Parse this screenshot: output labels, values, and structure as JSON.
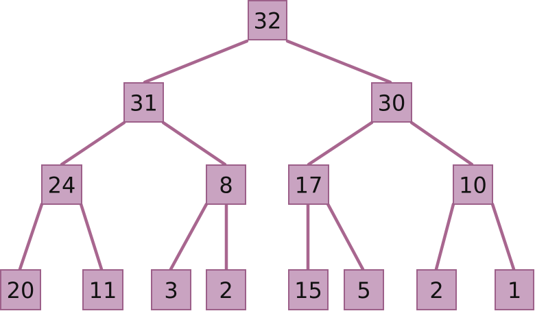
{
  "colors": {
    "edge": "#a8668f",
    "node_fill": "#c9a3c1",
    "node_border": "#9c5f89",
    "label": "#111111",
    "background": "#ffffff"
  },
  "tree": {
    "nodes": [
      {
        "id": "n32",
        "label": "32"
      },
      {
        "id": "n31",
        "label": "31"
      },
      {
        "id": "n30",
        "label": "30"
      },
      {
        "id": "n24",
        "label": "24"
      },
      {
        "id": "n8",
        "label": "8"
      },
      {
        "id": "n17",
        "label": "17"
      },
      {
        "id": "n10",
        "label": "10"
      },
      {
        "id": "n20",
        "label": "20"
      },
      {
        "id": "n11",
        "label": "11"
      },
      {
        "id": "n3",
        "label": "3"
      },
      {
        "id": "n2a",
        "label": "2"
      },
      {
        "id": "n15",
        "label": "15"
      },
      {
        "id": "n5",
        "label": "5"
      },
      {
        "id": "n2b",
        "label": "2"
      },
      {
        "id": "n1",
        "label": "1"
      }
    ],
    "edges": [
      [
        "n32",
        "n31"
      ],
      [
        "n32",
        "n30"
      ],
      [
        "n31",
        "n24"
      ],
      [
        "n31",
        "n8"
      ],
      [
        "n30",
        "n17"
      ],
      [
        "n30",
        "n10"
      ],
      [
        "n24",
        "n20"
      ],
      [
        "n24",
        "n11"
      ],
      [
        "n8",
        "n3"
      ],
      [
        "n8",
        "n2a"
      ],
      [
        "n17",
        "n15"
      ],
      [
        "n17",
        "n5"
      ],
      [
        "n10",
        "n2b"
      ],
      [
        "n10",
        "n1"
      ]
    ]
  }
}
